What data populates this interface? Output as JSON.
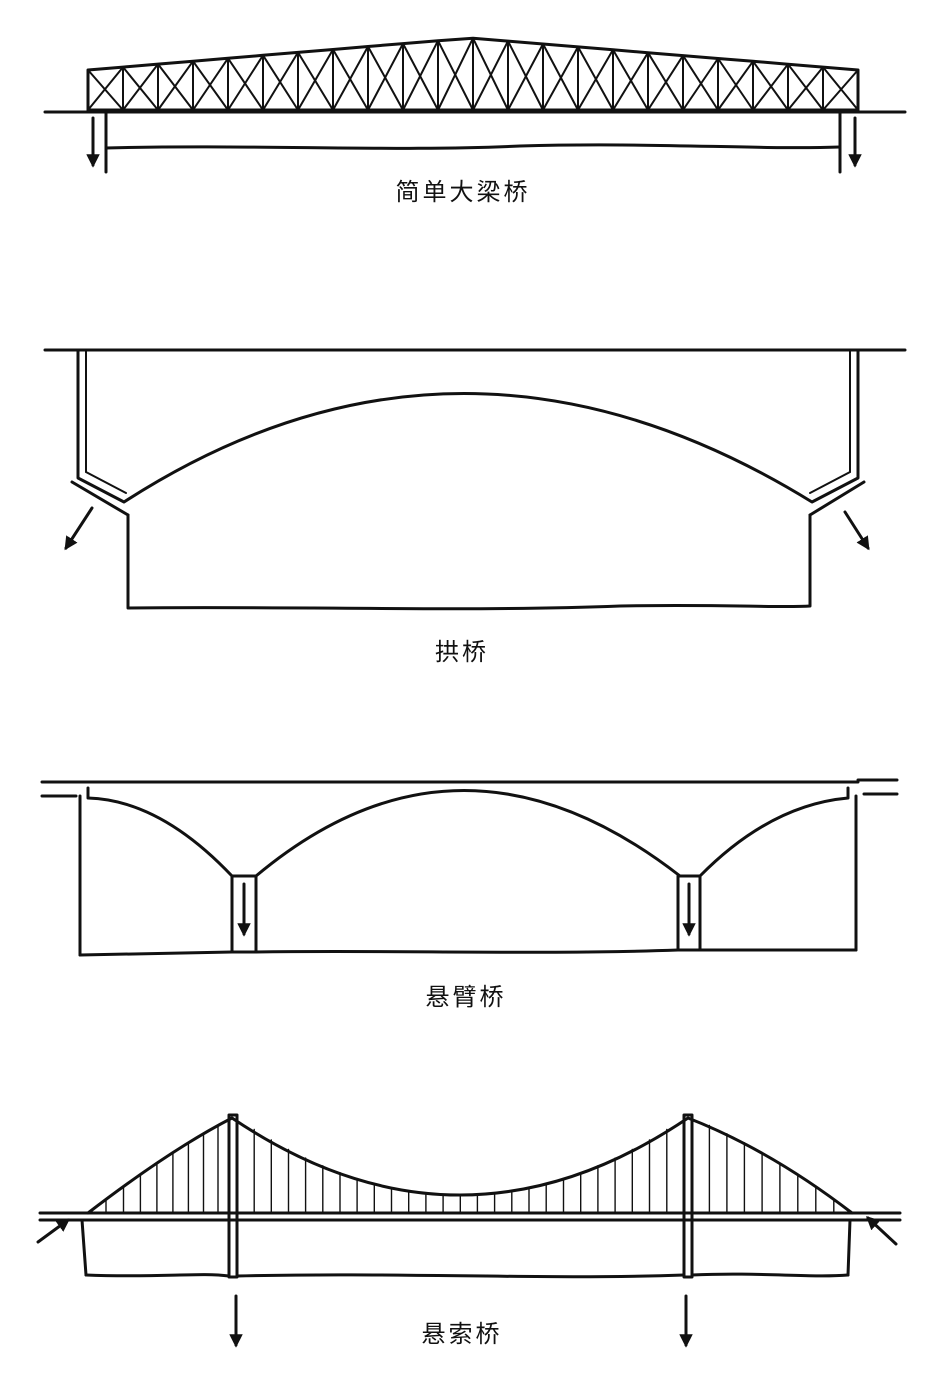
{
  "bridges": [
    {
      "type": "truss",
      "caption": "简单大梁桥"
    },
    {
      "type": "arch",
      "caption": "拱桥"
    },
    {
      "type": "cantilever",
      "caption": "悬臂桥"
    },
    {
      "type": "suspension",
      "caption": "悬索桥"
    }
  ],
  "colors": {
    "ink": "#111111",
    "background": "#ffffff"
  }
}
